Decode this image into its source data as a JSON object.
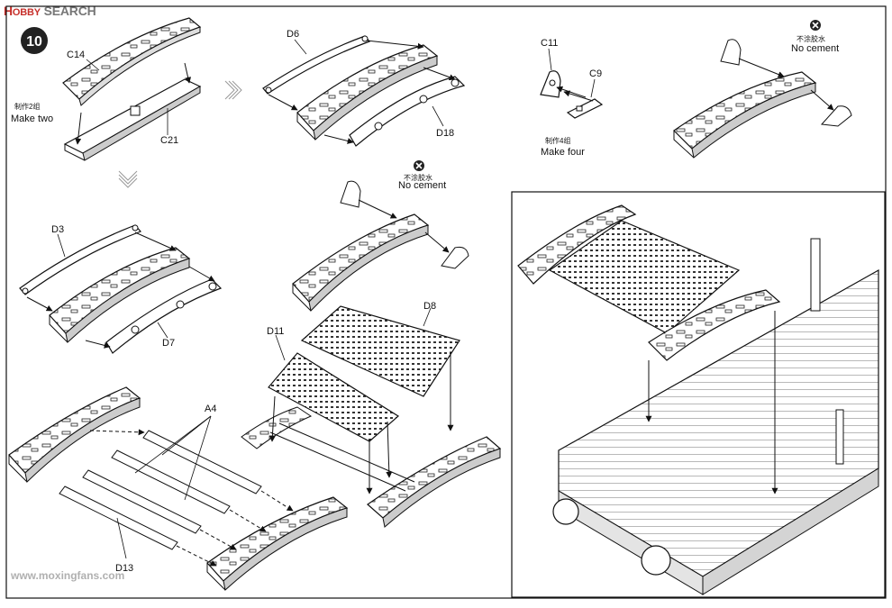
{
  "header": {
    "brand_red": "H",
    "brand_mid": "OBBY",
    "brand_dark": "SEARCH"
  },
  "step": {
    "number": "10"
  },
  "labels": {
    "c14": "C14",
    "c21": "C21",
    "make_two_cn": "制作2组",
    "make_two_en": "Make two",
    "d6": "D6",
    "d18": "D18",
    "c11": "C11",
    "c9": "C9",
    "make_four_cn": "制作4组",
    "make_four_en": "Make four",
    "no_cement_cn": "不涂胶水",
    "no_cement_en": "No cement",
    "d3": "D3",
    "d7": "D7",
    "d8": "D8",
    "d11": "D11",
    "a4": "A4",
    "d13": "D13"
  },
  "footer": {
    "watermark": "www.moxingfans.com"
  },
  "colors": {
    "ink": "#1a1a1a",
    "paper": "#ffffff",
    "shade": "#cfcfcf",
    "step_circle": "#222222",
    "brand_red": "#c7302b"
  },
  "icons": {
    "no_cement": "no-glue-icon",
    "flow_arrow": "arrow-icon"
  }
}
